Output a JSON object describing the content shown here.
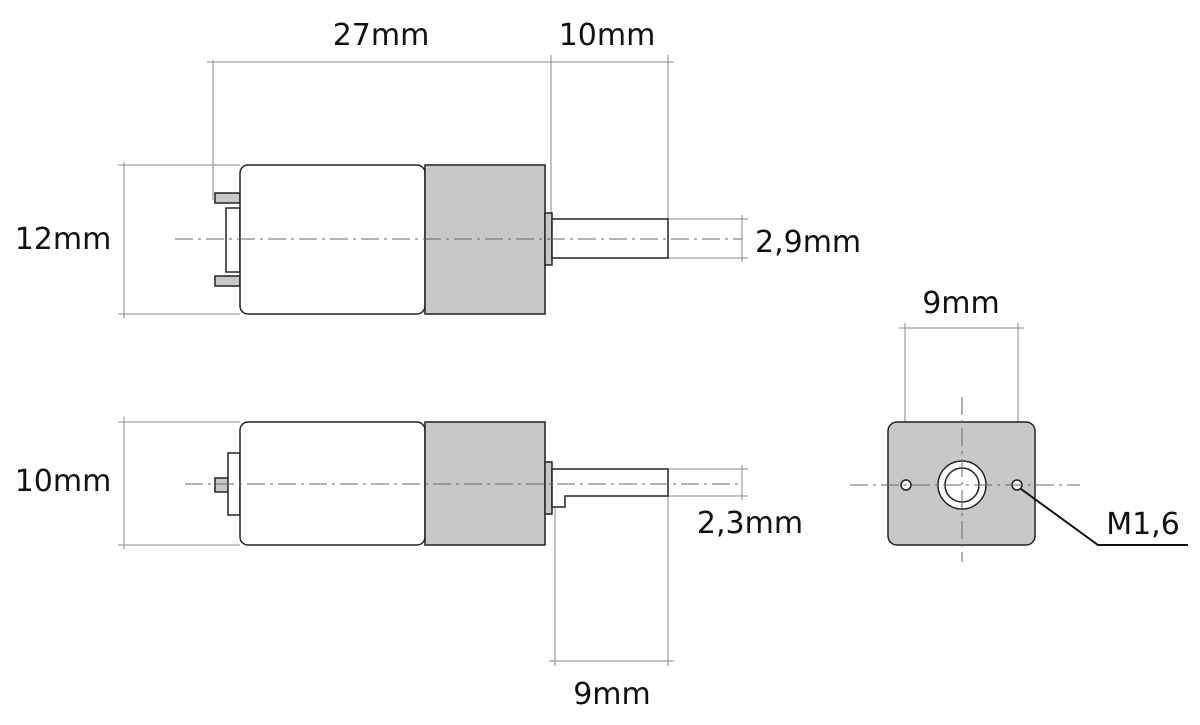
{
  "colors": {
    "gearbox_fill": "#c8c8c8",
    "motor_fill": "#ffffff",
    "outline": "#222222",
    "dimension_line": "#8a8a8a",
    "text": "#111111"
  },
  "labels": {
    "body_length": "27mm",
    "shaft_length_top": "10mm",
    "height_side": "12mm",
    "shaft_diameter_top": "2,9mm",
    "hole_spacing": "9mm",
    "height_bottom": "10mm",
    "shaft_flat": "2,3mm",
    "shaft_length_bottom": "9mm",
    "thread": "M1,6"
  }
}
